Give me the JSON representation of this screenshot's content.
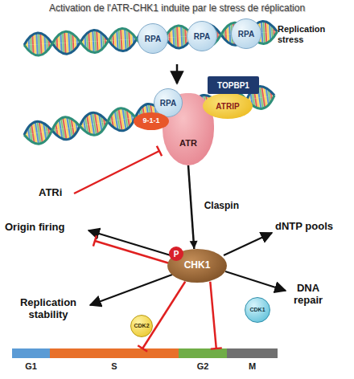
{
  "diagram": {
    "title": "Activation de l'ATR-CHK1 induite par le stress de réplication",
    "nodes": [
      {
        "text": [
          "RPA"
        ]
      },
      {
        "text": [
          "RPA"
        ]
      },
      {
        "text": [
          "RPA"
        ]
      },
      {
        "text": [
          "TOPBP1"
        ]
      },
      {
        "text": [
          "RPA"
        ]
      },
      {
        "text": [
          "9-1-1"
        ]
      },
      {
        "text": [
          "ATR"
        ]
      },
      {
        "text": [
          "ATRIP"
        ]
      },
      {
        "text": [
          "CHK1"
        ]
      },
      {
        "text": [
          "P"
        ],
        "in": 8
      },
      {
        "text": [
          "CDK2"
        ]
      },
      {
        "text": [
          "CDK1"
        ]
      },
      {
        "text": [
          "G1"
        ]
      },
      {
        "text": [
          "S"
        ]
      },
      {
        "text": [
          "G2"
        ]
      },
      {
        "text": [
          "M"
        ]
      }
    ],
    "edges": [
      {
        "from": 6,
        "to": 8,
        "arrow": "to",
        "label": "Claspin"
      },
      {
        "from": 8,
        "to": 13,
        "arrow": "to"
      },
      {
        "from": 8,
        "to": 14,
        "arrow": "to"
      }
    ],
    "labels": [
      "Replication stress",
      "ATRi",
      "Origin firing",
      "dNTP pools",
      "DNA repair",
      "Replication stability"
    ]
  }
}
